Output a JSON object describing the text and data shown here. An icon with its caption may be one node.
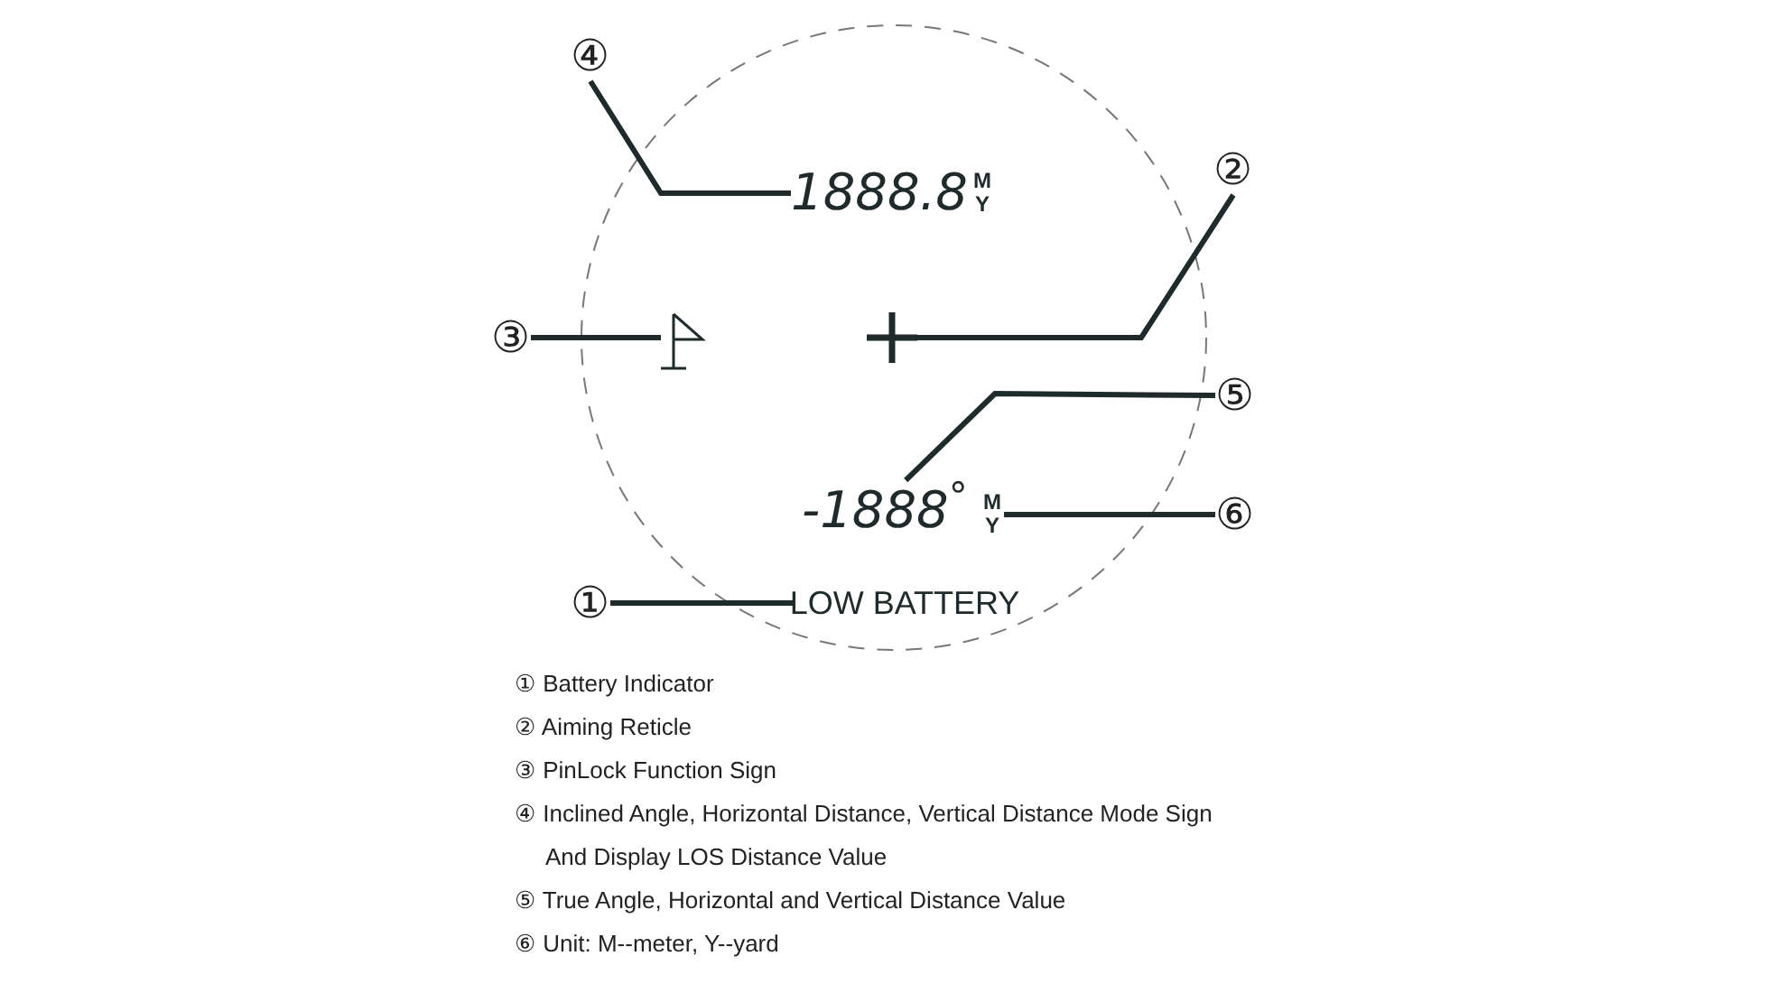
{
  "diagram": {
    "nodes": [
      {
        "text": [
          "④"
        ]
      },
      {
        "text": [
          "1888.8",
          "M",
          "Y"
        ]
      },
      {
        "text": [
          "②"
        ]
      },
      {
        "text": [],
        "shape": "cross"
      },
      {
        "text": [
          "③"
        ]
      },
      {
        "text": [],
        "shape": "flag"
      },
      {
        "text": [
          "⑤"
        ]
      },
      {
        "text": [
          "-1888$^{°}$"
        ]
      },
      {
        "text": [
          "⑥"
        ]
      },
      {
        "text": [
          "M",
          "Y"
        ]
      },
      {
        "text": [
          "①"
        ]
      },
      {
        "text": [
          "LOW BATTERY"
        ]
      }
    ],
    "edges": [
      {
        "from": 0,
        "to": 1,
        "arrow": "none"
      },
      {
        "from": 2,
        "to": 3,
        "arrow": "none"
      },
      {
        "from": 4,
        "to": 5,
        "arrow": "none"
      },
      {
        "from": 6,
        "to": 7,
        "arrow": "none"
      },
      {
        "from": 8,
        "to": 9,
        "arrow": "none"
      },
      {
        "from": 10,
        "to": 11,
        "arrow": "none"
      }
    ],
    "labels": [
      "① Battery Indicator",
      "② Aiming Reticle",
      "③ PinLock Function Sign",
      "④ Inclined Angle, Horizontal Distance, Vertical Distance Mode Sign And Display LOS Distance Value",
      "⑤ True Angle, Horizontal and Vertical Distance Value",
      "⑥ Unit: M--meter, Y--yard"
    ]
  }
}
